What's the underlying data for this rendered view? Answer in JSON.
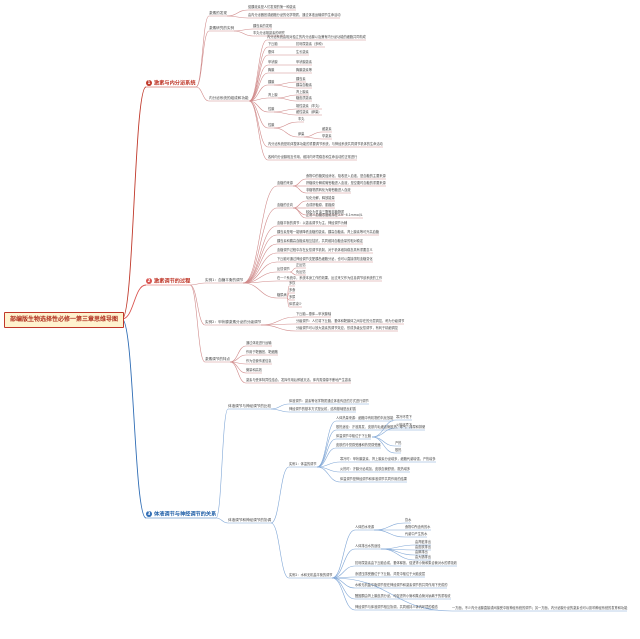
{
  "root": {
    "label": "部编版生物选择性必修一第三章思维导图"
  },
  "colors": {
    "branch1": "#c0392b",
    "branch2": "#d9534f",
    "branch3": "#2f6db5",
    "link": "#d08a8a",
    "link3": "#7fa6d6"
  },
  "branches": [
    {
      "num": "1",
      "label": "激素与内分泌系统",
      "color": "#c0392b"
    },
    {
      "num": "2",
      "label": "激素调节的过程",
      "color": "#d9534f"
    },
    {
      "num": "3",
      "label": "体液调节与神经调节的关系",
      "color": "#2f6db5"
    }
  ],
  "b1": {
    "discover": "激素的发现",
    "discover_items": [
      "促胰液素是人们发现的第一种激素",
      "由内分泌器官或细胞分泌的化学物质，通过体液运输调节生命活动"
    ],
    "study": "激素研究的实例",
    "study_items": [
      "胰岛素的发现",
      "睾丸分泌雄激素的研究"
    ],
    "system": "内分泌系统的组成和功能",
    "system_intro": "内分泌系统由相对独立的内分泌腺以及兼有内分泌功能的细胞共同构成",
    "glands": [
      {
        "name": "下丘脑",
        "h": [
          "抗利尿激素（多种）"
        ]
      },
      {
        "name": "垂体",
        "h": [
          "生长激素"
        ]
      },
      {
        "name": "甲状腺",
        "h": [
          "甲状腺激素"
        ]
      },
      {
        "name": "胸腺",
        "h": [
          "胸腺激素等"
        ]
      },
      {
        "name": "胰腺",
        "h": [
          "胰岛素",
          "胰高血糖素"
        ]
      },
      {
        "name": "肾上腺",
        "h": [
          "肾上腺素",
          "糖皮质激素"
        ]
      },
      {
        "name": "性腺",
        "h": [
          "雄性激素（睾丸）",
          "雌性激素（卵巢）"
        ]
      }
    ],
    "gonad_label": "性腺",
    "gonad_sub": [
      "睾丸",
      "卵巢"
    ],
    "ovary_items": [
      "雌激素",
      "孕激素"
    ],
    "system_end": "内分泌系统是机体整体功能的重要调节系统，与神经系统共同调节机体的生命活动",
    "system_end2": "各种内分泌腺相互作用，维持内环境稳态和生命活动的正常进行"
  },
  "b2": {
    "case1": "实例1：血糖平衡的调节",
    "src": "血糖的来源",
    "src_items": [
      "食物中的糖类经消化、吸收进入血液，是血糖的主要来源",
      "肝糖原分解成葡萄糖进入血液，是空腹时血糖的重要来源",
      "非糖物质转化为葡萄糖进入血液"
    ],
    "go": "血糖的去向",
    "go_items": [
      "氧化分解，释放能量",
      "合成肝糖原、肌糖原",
      "转化为甘油三酯等非糖物质"
    ],
    "go_note": "正常人血糖浓度维持在3.9~6.1mmol/L",
    "reg_items": [
      "血糖平衡的调节：以激素调节为主，神经调节为辅",
      "胰岛素是唯一能够降低血糖的激素，胰高血糖素、肾上腺素等可升高血糖",
      "胰岛素和胰高血糖素相互拮抗，共同维持血糖含量的相对稳定",
      "血糖调节过程中存在反馈调节机制，对于机体维持稳态具有重要意义",
      "下丘脑可通过神经调节支配胰岛细胞分泌，也可以直接感知血糖变化"
    ],
    "fb": "反馈调节",
    "fb_items": [
      "正反馈",
      "负反馈"
    ],
    "fb_note": "在一个系统中，系统本身工作的效果，反过来又作为信息调节该系统的工作",
    "dm": "糖尿病",
    "dm_items": [
      "多饮",
      "多食",
      "多尿",
      "体重减少"
    ],
    "case2": "实例2：甲状腺激素分泌的分级调节",
    "case2_items": [
      "下丘脑—垂体—甲状腺轴",
      "分级调节：人们将下丘脑、垂体和靶腺体之间存在的分层调控，称为分级调节",
      "分级调节可以放大激素的调节效应，形成多级反馈调节，有利于精细调控"
    ],
    "char": "激素调节的特点",
    "char_items": [
      "通过体液进行运输",
      "作用于靶器官、靶细胞",
      "作为信使传递信息",
      "微量和高效"
    ],
    "char_note": "激素与受体特异性结合，发挥作用后即被灭活，体内需源源不断地产生激素"
  },
  "b3": {
    "cmp": "体液调节与神经调节的比较",
    "cmp_items": [
      "体液调节：激素等化学物质通过体液传送的方式进行调节",
      "神经调节的基本方式是反射，结构基础是反射弧"
    ],
    "coord": "体液调节和神经调节的协调",
    "ex1": "实例1：体温的调节",
    "temp_items": [
      "人体热量来源：细胞中有机物的氧化放能",
      "散热途径：汗液蒸发、皮肤内毛细血管散热、呼气、排尿和排便",
      "体温调节中枢位于下丘脑",
      "皮肤的冷觉感受器和热觉感受器"
    ],
    "temp_sub": [
      "寒冷环境下",
      "炎热环境下",
      "产热",
      "散热"
    ],
    "temp_notes": [
      "寒冷时：甲状腺激素、肾上腺素分泌增多，细胞代谢增强，产热增多",
      "炎热时：汗腺分泌增加，皮肤血管舒张，散热增多",
      "体温调节是神经调节和体液调节共同作用的结果"
    ],
    "ex2": "实例2：水和无机盐平衡的调节",
    "water_src": "人体的水来源",
    "water_src_items": [
      "饮水",
      "食物中所含有的水",
      "代谢中产生的水"
    ],
    "water_out": "人体排出水的途径",
    "water_out_items": [
      "由肾脏排出",
      "由皮肤排出",
      "由肺排出",
      "由大肠排出"
    ],
    "water_notes": [
      "抗利尿激素由下丘脑合成，垂体释放，促进肾小管和集合管对水的重吸收",
      "渗透压感受器位于下丘脑，渴觉中枢位于大脑皮层",
      "水和无机盐平衡调节是在神经调节和激素调节的共同作用下完成的",
      "醛固酮由肾上腺皮质分泌，可促进肾小管和集合管对钠离子的重吸收",
      "神经调节与体液调节相互协调，共同维持人体内环境的稳态"
    ],
    "end_note": "一方面，不少内分泌腺直接或间接受中枢神经系统的调节；另一方面，内分泌腺分泌的激素也可以影响神经系统的发育和功能"
  }
}
